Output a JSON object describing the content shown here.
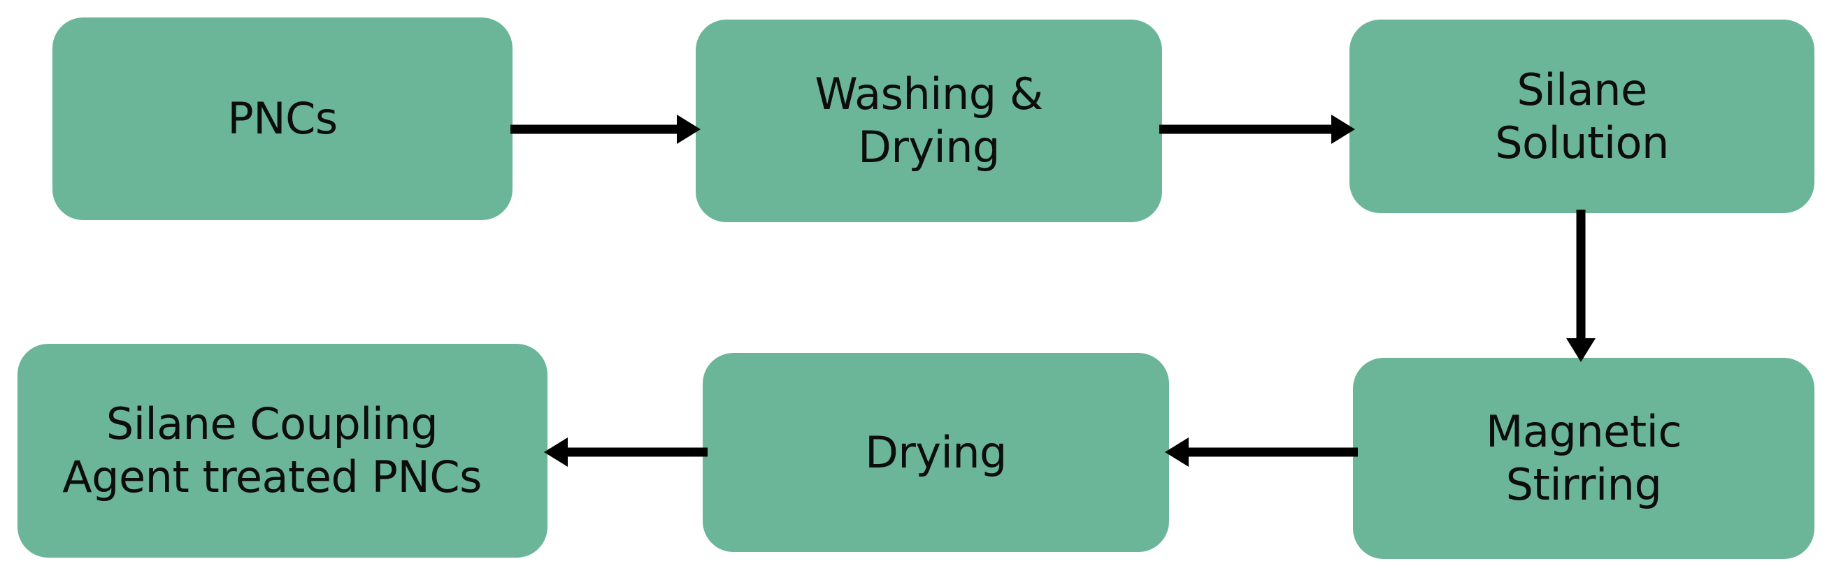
{
  "diagram": {
    "title": "Silane coupling agent treatment process flow",
    "background_color": "#ffffff",
    "node_fill_color": "#6BB698",
    "text_color": "#0d0d0d",
    "arrow_color": "#000000",
    "nodes": [
      {
        "id": "pncs",
        "label": "PNCs"
      },
      {
        "id": "washing",
        "label": "Washing &\nDrying"
      },
      {
        "id": "silane_sol",
        "label": "Silane\nSolution"
      },
      {
        "id": "magnetic",
        "label": "Magnetic\nStirring"
      },
      {
        "id": "drying",
        "label": "Drying"
      },
      {
        "id": "treated_pncs",
        "label": "Silane Coupling\nAgent treated PNCs"
      }
    ],
    "edges": [
      {
        "id": "e1",
        "from": "pncs",
        "to": "washing",
        "direction": "right"
      },
      {
        "id": "e2",
        "from": "washing",
        "to": "silane_sol",
        "direction": "right"
      },
      {
        "id": "e3",
        "from": "silane_sol",
        "to": "magnetic",
        "direction": "down"
      },
      {
        "id": "e4",
        "from": "magnetic",
        "to": "drying",
        "direction": "left"
      },
      {
        "id": "e5",
        "from": "drying",
        "to": "treated_pncs",
        "direction": "left"
      }
    ]
  }
}
